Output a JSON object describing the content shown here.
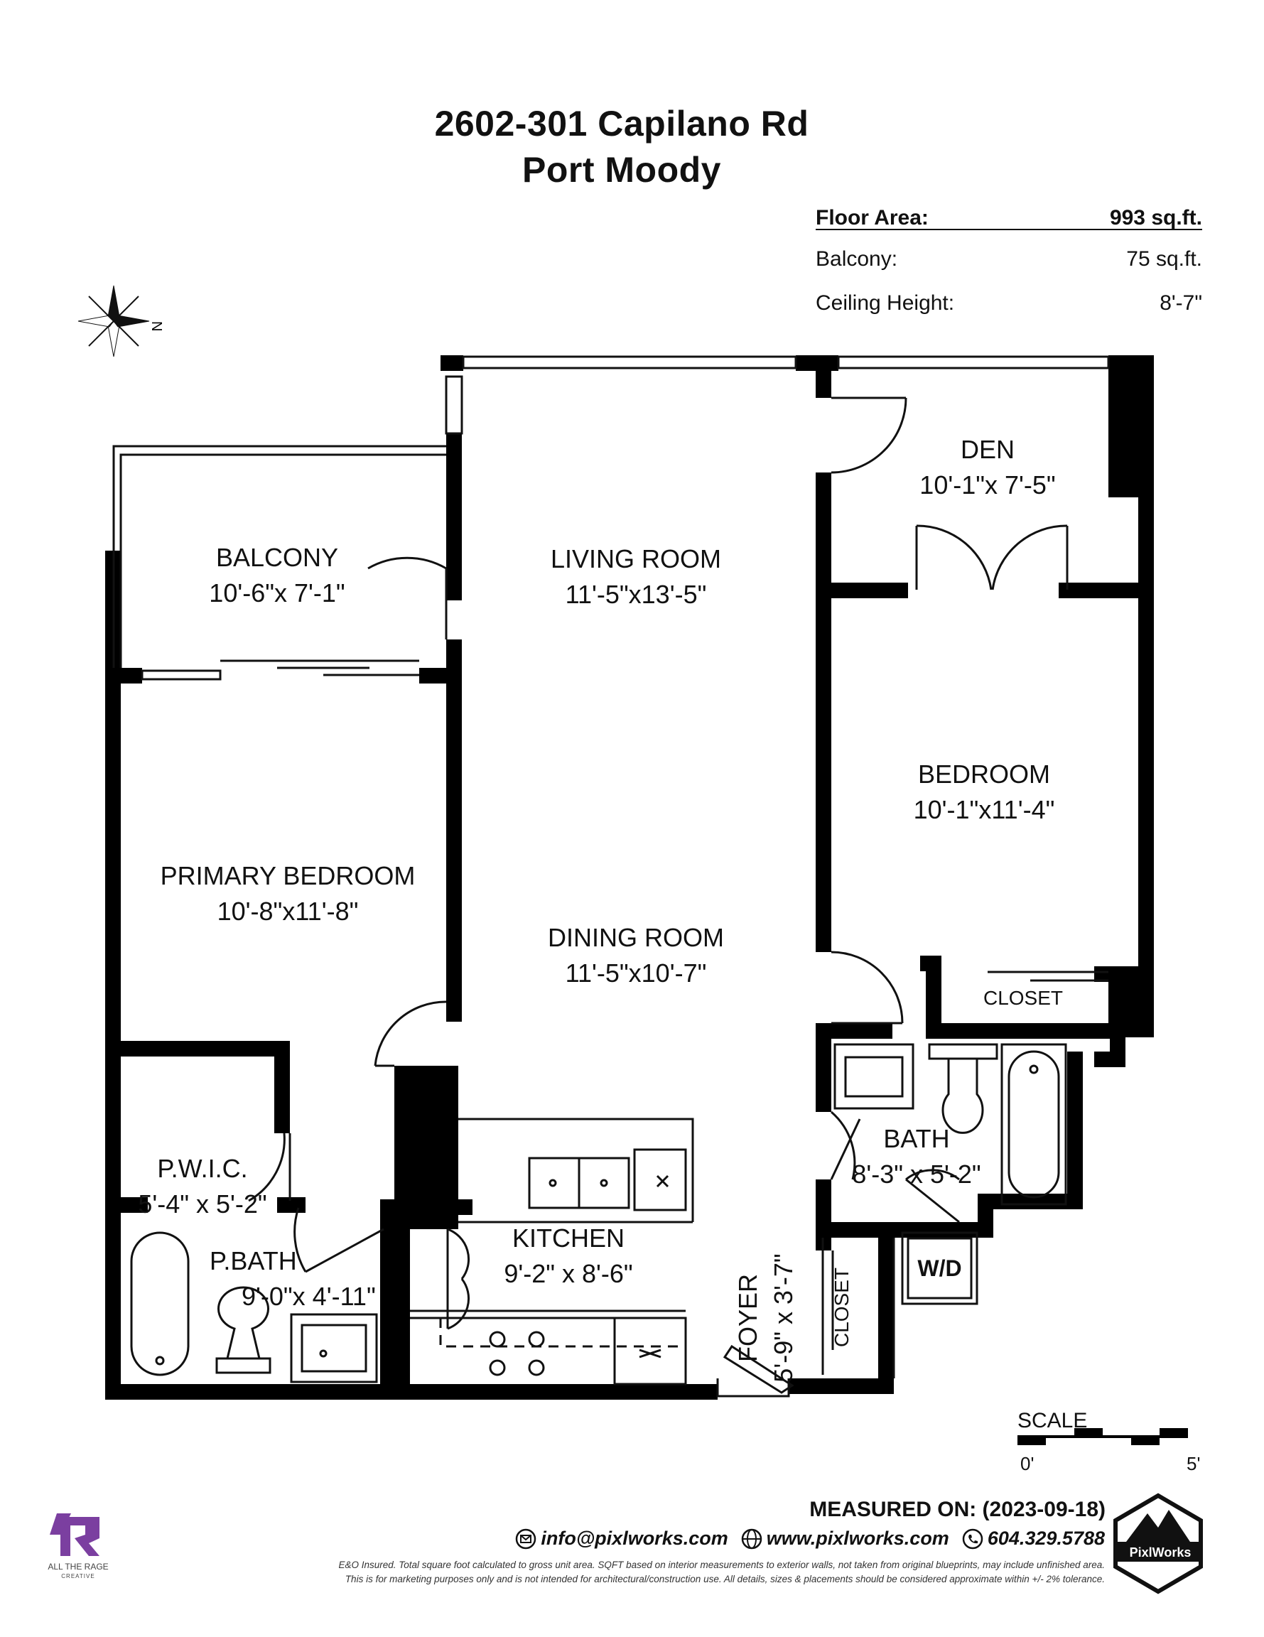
{
  "header": {
    "address": "2602-301 Capilano Rd",
    "city": "Port Moody"
  },
  "info": {
    "floor_area_label": "Floor Area:",
    "floor_area_value": "993 sq.ft.",
    "balcony_label": "Balcony:",
    "balcony_value": "75 sq.ft.",
    "ceiling_label": "Ceiling Height:",
    "ceiling_value": "8'-7\""
  },
  "compass": {
    "label": "N"
  },
  "rooms": {
    "den": {
      "name": "DEN",
      "dim": "10'-1\"x 7'-5\""
    },
    "balcony": {
      "name": "BALCONY",
      "dim": "10'-6\"x 7'-1\""
    },
    "living": {
      "name": "LIVING ROOM",
      "dim": "11'-5\"x13'-5\""
    },
    "bedroom": {
      "name": "BEDROOM",
      "dim": "10'-1\"x11'-4\""
    },
    "primary": {
      "name": "PRIMARY BEDROOM",
      "dim": "10'-8\"x11'-8\""
    },
    "dining": {
      "name": "DINING ROOM",
      "dim": "11'-5\"x10'-7\""
    },
    "closet_bedroom": {
      "name": "CLOSET"
    },
    "bath": {
      "name": "BATH",
      "dim": "8'-3\" x 5'-2\""
    },
    "pwic": {
      "name": "P.W.I.C.",
      "dim": "5'-4\" x 5'-2\""
    },
    "kitchen": {
      "name": "KITCHEN",
      "dim": "9'-2\" x 8'-6\""
    },
    "pbath": {
      "name": "P.BATH",
      "dim": "9'-0\"x 4'-11\""
    },
    "foyer": {
      "name": "FOYER",
      "dim": "5'-9\" x 3'-7\""
    },
    "closet_foyer": {
      "name": "CLOSET"
    },
    "wd": {
      "name": "W/D"
    }
  },
  "scale": {
    "label": "SCALE",
    "start": "0'",
    "end": "5'"
  },
  "footer": {
    "measured": "MEASURED ON: (2023-09-18)",
    "email": "info@pixlworks.com",
    "website": "www.pixlworks.com",
    "phone": "604.329.5788",
    "disclaimer1": "E&O Insured.  Total square foot calculated to gross unit area. SQFT based on interior measurements to exterior walls, not taken from original blueprints, may include unfinished area.",
    "disclaimer2": "This is for marketing purposes only and is not intended for architectural/construction use.  All details, sizes & placements should be considered approximate within +/- 2%  tolerance.",
    "left_logo_text1": "ALL THE RAGE",
    "left_logo_text2": "CREATIVE",
    "right_logo_text": "PixlWorks"
  },
  "colors": {
    "wall": "#000000",
    "logo_purple": "#7b3fa0"
  }
}
